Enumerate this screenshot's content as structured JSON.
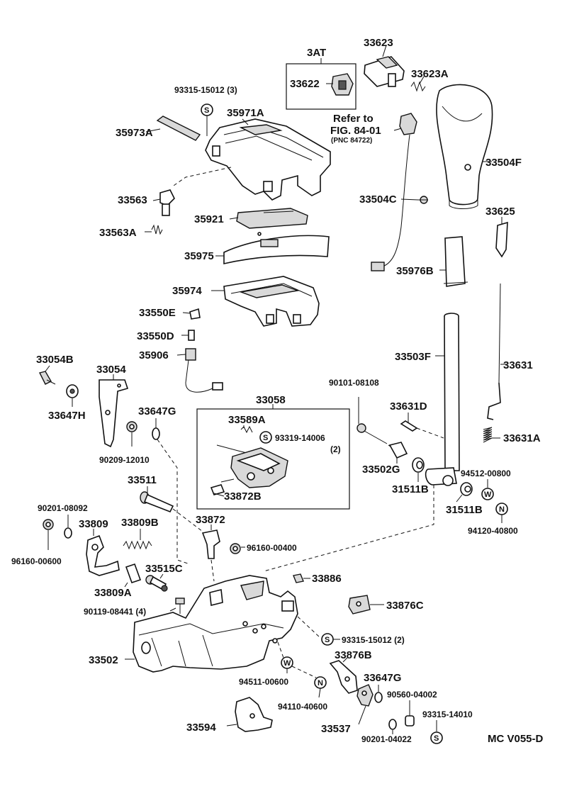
{
  "group_3at": "3AT",
  "group_refer": {
    "line1": "Refer to",
    "line2": "FIG. 84-01",
    "line3": "(PNC 84722)"
  },
  "group_33058": "33058",
  "symbols": {
    "s": "S",
    "w": "W",
    "n": "N"
  },
  "drawing_code": "MC V055-D",
  "labels": {
    "p33623": "33623",
    "p33622": "33622",
    "p33623A": "33623A",
    "p93315_15012_3": "93315-15012 (3)",
    "p35971A": "35971A",
    "p35973A": "35973A",
    "p33504F": "33504F",
    "p33504C": "33504C",
    "p33563": "33563",
    "p33563A": "33563A",
    "p35921": "35921",
    "p35975": "35975",
    "p33625": "33625",
    "p35976B": "35976B",
    "p35974": "35974",
    "p33550E": "33550E",
    "p33550D": "33550D",
    "p35906": "35906",
    "p33503F": "33503F",
    "p33631": "33631",
    "p33054B": "33054B",
    "p33054": "33054",
    "p33647H": "33647H",
    "p33647G_a": "33647G",
    "p90209_12010": "90209-12010",
    "p33589A": "33589A",
    "p93319_14006": "93319-14006",
    "p93319_14006_qty": "(2)",
    "p90101_08108": "90101-08108",
    "p33631D": "33631D",
    "p33631A": "33631A",
    "p33502G": "33502G",
    "p31511B_a": "31511B",
    "p31511B_b": "31511B",
    "p94512_00800": "94512-00800",
    "p94120_40800": "94120-40800",
    "p33511": "33511",
    "p33872B": "33872B",
    "p90201_08092": "90201-08092",
    "p33809": "33809",
    "p33809B": "33809B",
    "p33872": "33872",
    "p96160_00400": "96160-00400",
    "p96160_00600": "96160-00600",
    "p33515C": "33515C",
    "p33886": "33886",
    "p33809A": "33809A",
    "p90119_08441": "90119-08441 (4)",
    "p33876C": "33876C",
    "p93315_15012_2": "93315-15012 (2)",
    "p33502": "33502",
    "p33876B": "33876B",
    "p94511_00600": "94511-00600",
    "p33647G_b": "33647G",
    "p90560_04002": "90560-04002",
    "p94110_40600": "94110-40600",
    "p93315_14010": "93315-14010",
    "p33594": "33594",
    "p33537": "33537",
    "p90201_04022": "90201-04022"
  }
}
